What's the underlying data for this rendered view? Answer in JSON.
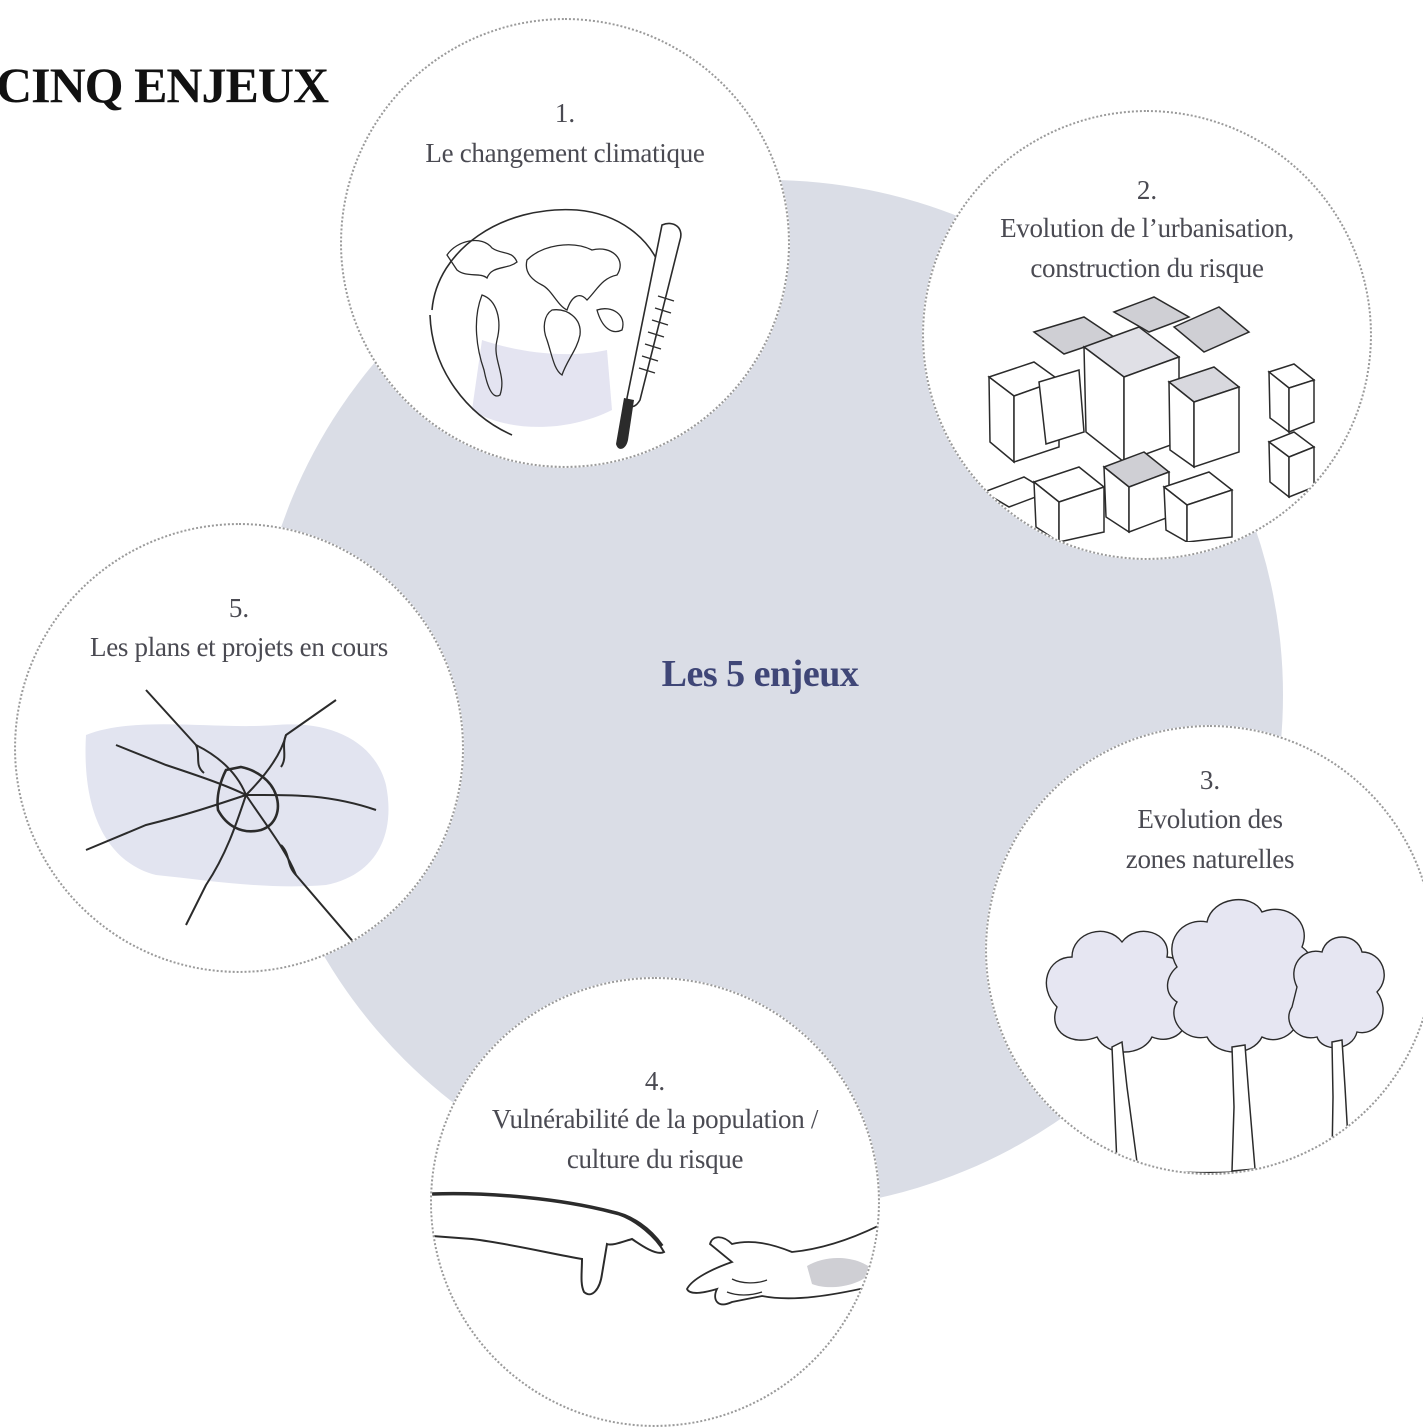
{
  "title": "CINQ ENJEUX",
  "center_label": "Les 5 enjeux",
  "colors": {
    "hub": "#dadde6",
    "accent_text": "#3f4677",
    "illustration_fill": "#e4e4f1",
    "ink": "#2b2b2b"
  },
  "enjeux": [
    {
      "number": "1.",
      "lines": [
        "Le changement climatique"
      ],
      "icon": "globe-thermometer-icon"
    },
    {
      "number": "2.",
      "lines": [
        "Evolution de l’urbanisation,",
        "construction du risque"
      ],
      "icon": "buildings-icon"
    },
    {
      "number": "3.",
      "lines": [
        "Evolution des",
        "zones naturelles"
      ],
      "icon": "trees-icon"
    },
    {
      "number": "4.",
      "lines": [
        "Vulnérabilité de la population /",
        "culture du risque"
      ],
      "icon": "hands-icon"
    },
    {
      "number": "5.",
      "lines": [
        "Les plans et projets en cours"
      ],
      "icon": "cracked-glass-icon"
    }
  ]
}
